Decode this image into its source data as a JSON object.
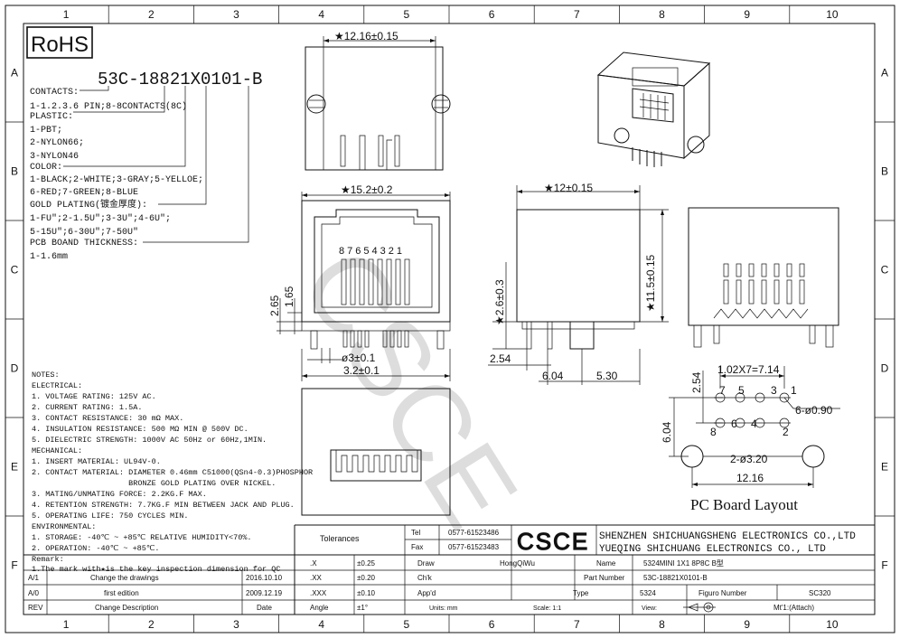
{
  "grid": {
    "cols": [
      "1",
      "2",
      "3",
      "4",
      "5",
      "6",
      "7",
      "8",
      "9",
      "10"
    ],
    "rows": [
      "A",
      "B",
      "C",
      "D",
      "E",
      "F"
    ]
  },
  "rohs": "RoHS",
  "part_code": "53C-18821X0101-B",
  "legend": [
    "CONTACTS:",
    "1-1.2.3.6 PIN;8-8CONTACTS(8C)",
    "PLASTIC:",
    "1-PBT;",
    "2-NYLON66;",
    "3-NYLON46",
    "COLOR:",
    "1-BLACK;2-WHITE;3-GRAY;5-YELLOE;",
    "6-RED;7-GREEN;8-BLUE",
    "GOLD PLATING(镀金厚度):",
    "1-FU\";2-1.5U\";3-3U\";4-6U\";",
    "5-15U\";6-30U\";7-50U\"",
    "PCB BOAND THICKNESS:",
    "1-1.6mm"
  ],
  "dims": {
    "top_width": "★12.16±0.15",
    "front_width": "★15.2±0.2",
    "side_width": "★12±0.15",
    "side_height": "★11.5±0.15",
    "front_265": "2.65",
    "front_165": "1.65",
    "post_dia": "ø3±0.1",
    "post_spacing": "3.2±0.1",
    "side_26": "★2.6±0.3",
    "side_254": "2.54",
    "side_604": "6.04",
    "side_530": "5.30",
    "pin_numbers": "87654321",
    "pcb_pitch": "1.02X7=7.14",
    "pcb_254": "2.54",
    "pcb_holes": "6-ø0.90",
    "pcb_604": "6.04",
    "pcb_posts": "2-ø3.20",
    "pcb_1216": "12.16",
    "pcb_pins": [
      "7",
      "5",
      "3",
      "1",
      "8",
      "6",
      "4",
      "2"
    ]
  },
  "pcb_title": "PC Board Layout",
  "watermark": "CSCE",
  "notes": [
    "NOTES:",
    "ELECTRICAL:",
    "1. VOLTAGE RATING: 125V AC.",
    "2. CURRENT RATING: 1.5A.",
    "3. CONTACT RESISTANCE: 30 mΩ MAX.",
    "4. INSULATION RESISTANCE: 500 MΩ MIN @ 500V DC.",
    "5. DIELECTRIC STRENGTH: 1000V AC 50Hz or 60Hz,1MIN.",
    "MECHANICAL:",
    "1. INSERT MATERIAL: UL94V-0.",
    "2. CONTACT MATERIAL: DIAMETER 0.46mm C51000(QSn4-0.3)PHOSPHOR",
    "                     BRONZE GOLD PLATING OVER NICKEL.",
    "3. MATING/UNMATING FORCE: 2.2KG.F MAX.",
    "4. RETENTION STRENGTH: 7.7KG.F MIN BETWEEN JACK AND PLUG.",
    "5. OPERATING LIFE: 750 CYCLES MIN.",
    "ENVIRONMENTAL:",
    "1. STORAGE: -40℃ ~ +85℃ RELATIVE HUMIDITY<70%.",
    "2. OPERATION: -40℃ ~ +85℃.",
    "Remark:",
    "1.The mark with★is the key inspection dimension for QC"
  ],
  "title_block": {
    "tolerances": "Tolerances",
    "tol_rows": [
      {
        "k": ".X",
        "v": "±0.25"
      },
      {
        "k": ".XX",
        "v": "±0.20"
      },
      {
        "k": ".XXX",
        "v": "±0.10"
      },
      {
        "k": "Angle",
        "v": "±1°"
      }
    ],
    "tel_label": "Tel",
    "tel": "0577-61523486",
    "fax_label": "Fax",
    "fax": "0577-61523483",
    "logo": "CSCE",
    "company1": "SHENZHEN SHICHUANGSHENG ELECTRONICS CO.,LTD",
    "company2": "YUEQING SHICHUANG ELECTRONICS CO., LTD",
    "draw_label": "Draw",
    "draw": "HongQiWu",
    "chk_label": "Ch'k",
    "app_label": "App'd",
    "name_label": "Name",
    "name": "5324MINI 1X1 8P8C B型",
    "part_label": "Part Number",
    "part": "53C-18821X0101-B",
    "type_label": "Type",
    "type": "5324",
    "figure_label": "Figuro Number",
    "figure": "SC320",
    "units": "Units: mm",
    "scale": "Scale: 1:1",
    "view": "View:",
    "mt": "Mt'1:(Attach)",
    "revisions": [
      {
        "rev": "A/1",
        "desc": "Change the drawings",
        "date": "2016.10.10"
      },
      {
        "rev": "A/0",
        "desc": "first edition",
        "date": "2009.12.19"
      }
    ],
    "rev_header": {
      "rev": "REV",
      "desc": "Change Description",
      "date": "Date"
    }
  }
}
